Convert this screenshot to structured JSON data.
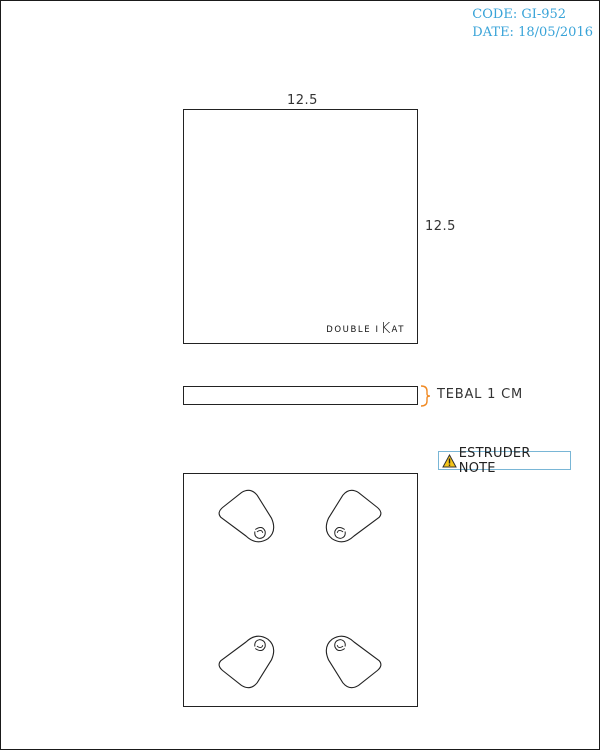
{
  "header": {
    "code": "CODE: GI-952",
    "date": "DATE: 18/05/2016"
  },
  "top_view": {
    "width_label": "12.5",
    "height_label": "12.5",
    "logo_left": "DOUBLE I",
    "logo_k": "K",
    "logo_right": "AT"
  },
  "side_view": {
    "thickness_label": "TEBAL 1 CM"
  },
  "note": {
    "label": "ESTRUDER NOTE",
    "icon": "warning-icon"
  },
  "colors": {
    "header_text": "#38a3d8",
    "note_border": "#79b6d6",
    "thickness_bracket": "#f08a24",
    "warning_fill": "#f5c518"
  }
}
